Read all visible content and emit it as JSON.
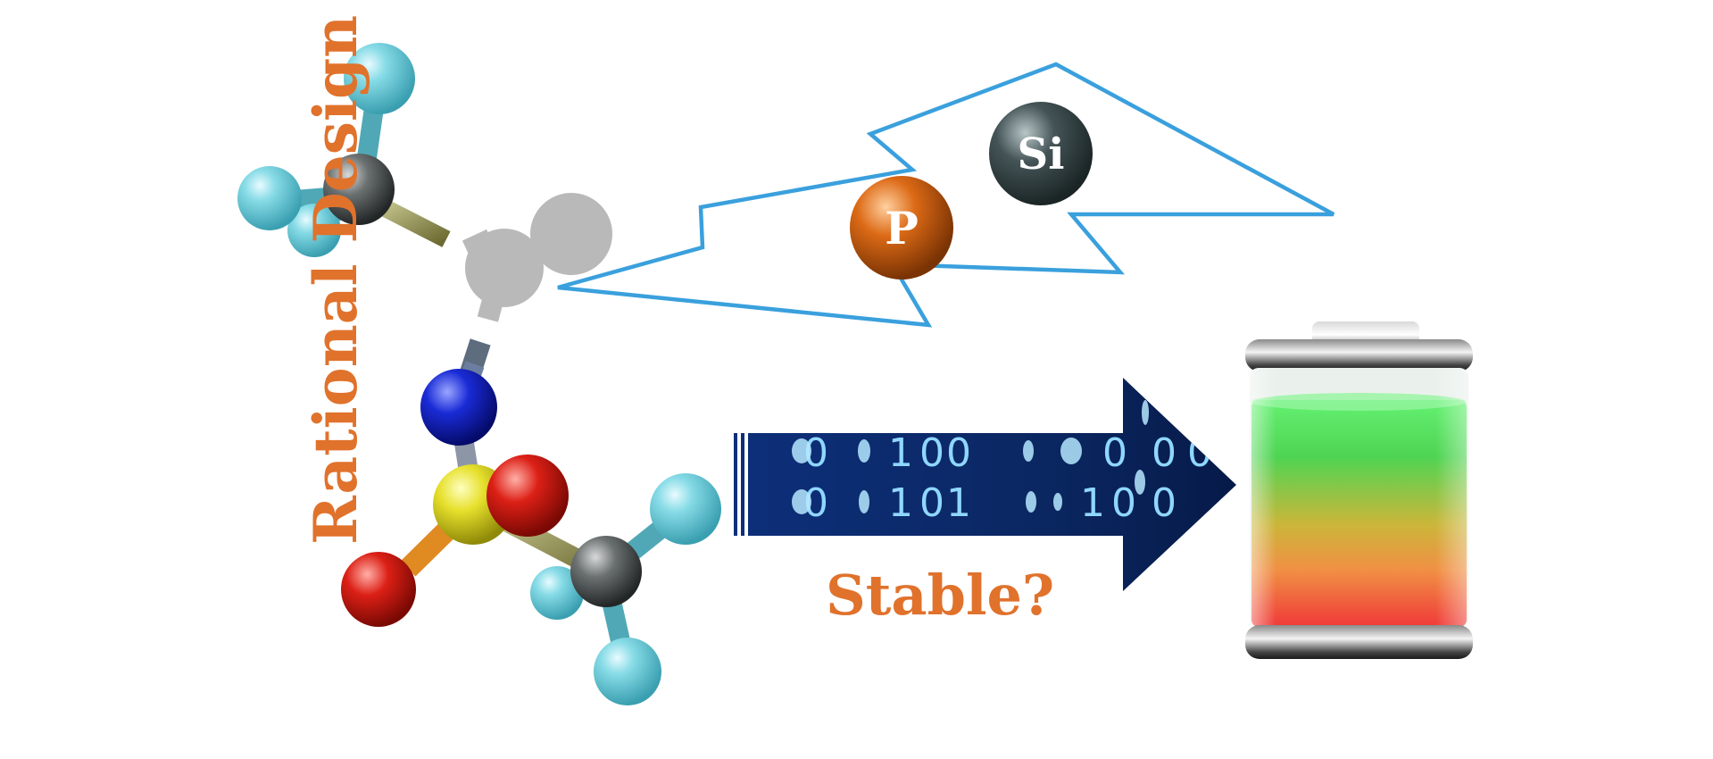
{
  "labels": {
    "rational_design": "Rational Design",
    "stable": "Stable?"
  },
  "elements": {
    "phosphorus": "P",
    "silicon": "Si"
  },
  "binary_digits": [
    [
      "0",
      "1",
      "0",
      "0",
      "0",
      "0",
      "0"
    ],
    [
      "0",
      "1",
      "0",
      "1",
      "1",
      "0",
      "0"
    ]
  ],
  "colors": {
    "label_orange": "#e0722c",
    "bolt_outline": "#3aa0dd",
    "arrow_dark_blue": "#0b2a6e",
    "digit_glow": "#7fd3ff",
    "fluorine": "#7fd6e3",
    "carbon": "#555b5c",
    "nitrogen": "#1522c8",
    "sulfur": "#e3df2a",
    "oxygen": "#d71f14",
    "phosphorus": "#dc6a16",
    "silicon": "#3c4a4c",
    "battery_top": "#34d84a",
    "battery_bottom": "#ee2a2a"
  }
}
